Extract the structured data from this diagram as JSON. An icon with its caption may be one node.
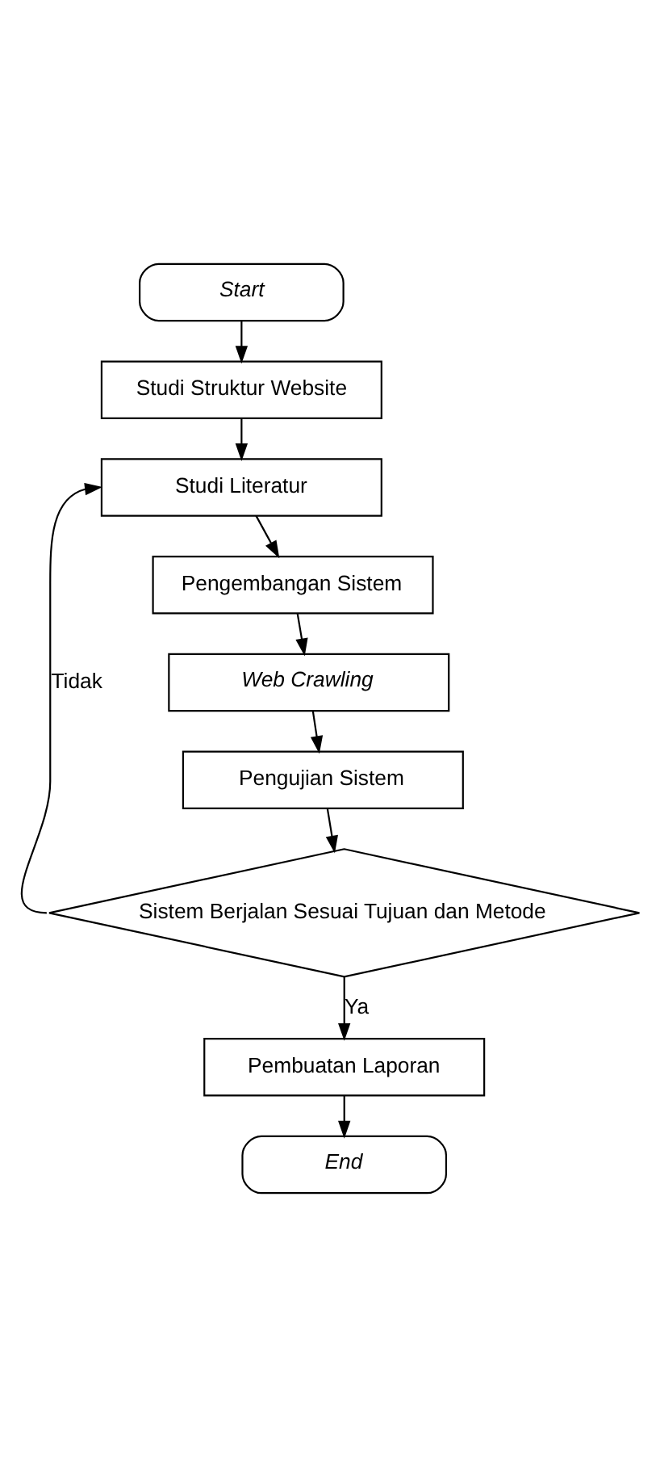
{
  "diagram": {
    "nodes": [
      {
        "text": [
          "Start"
        ]
      },
      {
        "text": [
          "Studi Struktur Website"
        ]
      },
      {
        "text": [
          "Studi Literatur"
        ]
      },
      {
        "text": [
          "Pengembangan Sistem"
        ]
      },
      {
        "text": [
          "Web Crawling"
        ]
      },
      {
        "text": [
          "Pengujian Sistem"
        ]
      },
      {
        "text": [
          "Sistem Berjalan Sesuai Tujuan dan Metode"
        ]
      },
      {
        "text": [
          "Pembuatan Laporan"
        ]
      },
      {
        "text": [
          "End"
        ]
      }
    ],
    "edges": [
      {
        "from": 0,
        "to": 1,
        "arrow": "to"
      },
      {
        "from": 1,
        "to": 2,
        "arrow": "to"
      },
      {
        "from": 2,
        "to": 3,
        "arrow": "to"
      },
      {
        "from": 3,
        "to": 4,
        "arrow": "to"
      },
      {
        "from": 4,
        "to": 5,
        "arrow": "to"
      },
      {
        "from": 5,
        "to": 6,
        "arrow": "to"
      },
      {
        "from": 6,
        "to": 2,
        "arrow": "to",
        "label": "Tidak"
      },
      {
        "from": 6,
        "to": 7,
        "arrow": "to",
        "label": "Ya"
      },
      {
        "from": 7,
        "to": 8,
        "arrow": "to"
      }
    ]
  }
}
